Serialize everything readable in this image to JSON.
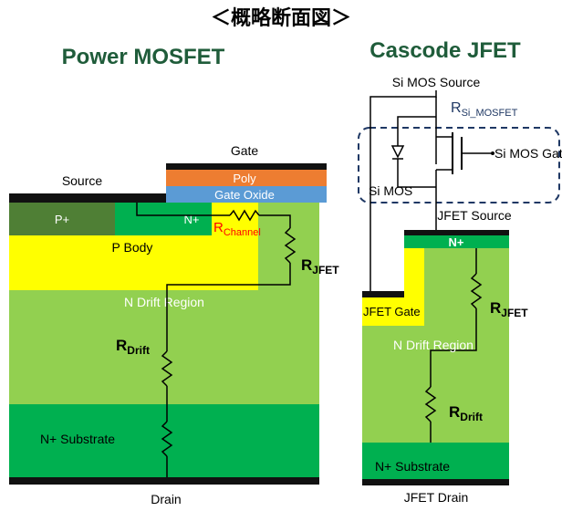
{
  "title": "＜概略断面図＞",
  "mosfet": {
    "heading": "Power MOSFET",
    "gate": "Gate",
    "poly": "Poly",
    "gate_oxide": "Gate Oxide",
    "source": "Source",
    "p_plus": "P+",
    "n_plus": "N+",
    "r_channel_main": "R",
    "r_channel_sub": "Channel",
    "p_body": "P Body",
    "r_jfet_main": "R",
    "r_jfet_sub": "JFET",
    "n_drift": "N Drift Region",
    "r_drift_main": "R",
    "r_drift_sub": "Drift",
    "n_substrate": "N+ Substrate",
    "drain": "Drain"
  },
  "jfet": {
    "heading": "Cascode JFET",
    "si_mos_source": "Si MOS Source",
    "r_si_main": "R",
    "r_si_sub": "Si_MOSFET",
    "si_mos_gate": "Si MOS Gate",
    "si_mos": "Si MOS",
    "jfet_source": "JFET Source",
    "n_plus": "N+",
    "r_jfet_main": "R",
    "r_jfet_sub": "JFET",
    "jfet_gate": "JFET Gate",
    "n_drift": "N Drift Region",
    "r_drift_main": "R",
    "r_drift_sub": "Drift",
    "n_substrate": "N+ Substrate",
    "jfet_drain": "JFET Drain"
  },
  "colors": {
    "drift": "#92d050",
    "substrate": "#00b050",
    "p_body": "#ffff00",
    "p_plus": "#4f7f35",
    "poly": "#ed7d31",
    "gate_oxide": "#5b9bd5",
    "metal": "#111111",
    "heading": "#1f5c3a",
    "r_channel": "#ff0000",
    "r_si": "#1f3864",
    "dashed_box": "#1f3864"
  }
}
